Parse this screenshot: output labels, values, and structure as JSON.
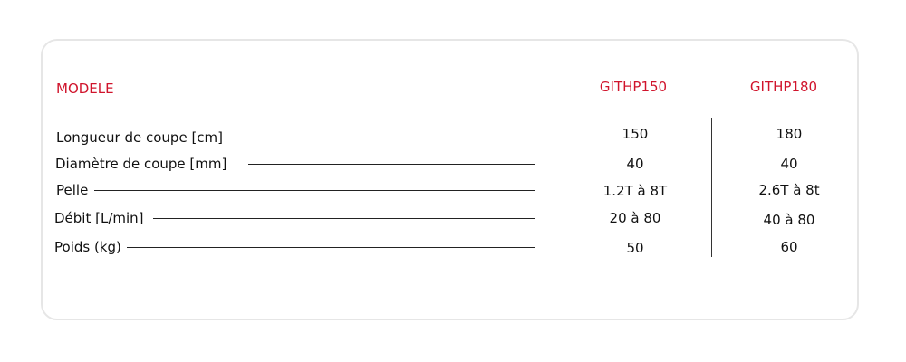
{
  "table": {
    "header_label": "MODELE",
    "models": [
      "GITHP150",
      "GITHP180"
    ],
    "rows": [
      {
        "label": "Longueur de coupe [cm]",
        "values": [
          "150",
          "180"
        ]
      },
      {
        "label": "Diamètre de coupe  [mm]",
        "values": [
          "40",
          "40"
        ]
      },
      {
        "label": "Pelle",
        "values": [
          "1.2T à 8T",
          "2.6T à 8t"
        ]
      },
      {
        "label": "Débit [L/min]",
        "values": [
          "20 à 80",
          "40 à 80"
        ]
      },
      {
        "label": "Poids (kg)",
        "values": [
          "50",
          "60"
        ]
      }
    ]
  },
  "colors": {
    "accent": "#d0142c",
    "text": "#111111",
    "border": "#e6e6e6"
  }
}
